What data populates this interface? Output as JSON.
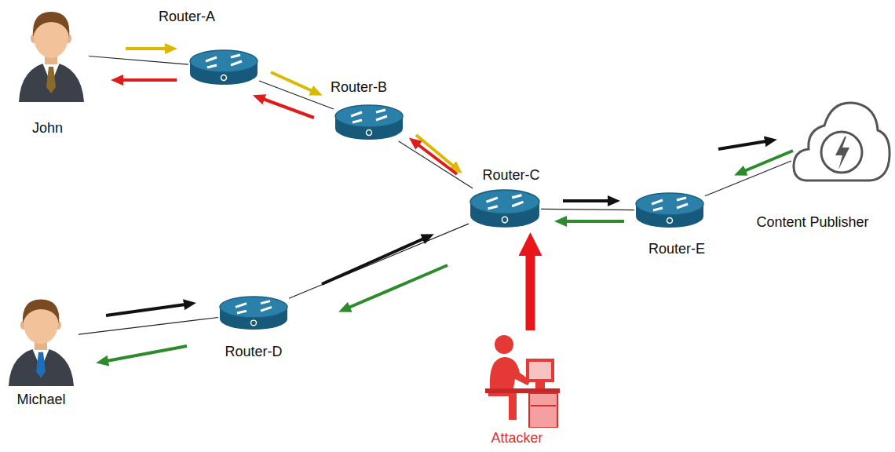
{
  "diagram": {
    "nodes": [
      {
        "text": [
          "John"
        ]
      },
      {
        "text": [
          "Router-A"
        ]
      },
      {
        "text": [
          "Router-B"
        ]
      },
      {
        "text": [
          "Router-C"
        ]
      },
      {
        "text": [
          "Router-E"
        ]
      },
      {
        "text": [
          "Content Publisher"
        ]
      },
      {
        "text": [
          "Michael"
        ]
      },
      {
        "text": [
          "Router-D"
        ]
      },
      {
        "text": [
          "Attacker"
        ]
      }
    ],
    "edges": [
      {
        "from": 0,
        "to": 1,
        "arrow": "none"
      },
      {
        "from": 1,
        "to": 2,
        "arrow": "none"
      },
      {
        "from": 2,
        "to": 3,
        "arrow": "none"
      },
      {
        "from": 3,
        "to": 4,
        "arrow": "none"
      },
      {
        "from": 4,
        "to": 5,
        "arrow": "none"
      },
      {
        "from": 6,
        "to": 7,
        "arrow": "none"
      },
      {
        "from": 7,
        "to": 3,
        "arrow": "none"
      },
      {
        "from": 8,
        "to": 3,
        "arrow": "to"
      }
    ]
  }
}
